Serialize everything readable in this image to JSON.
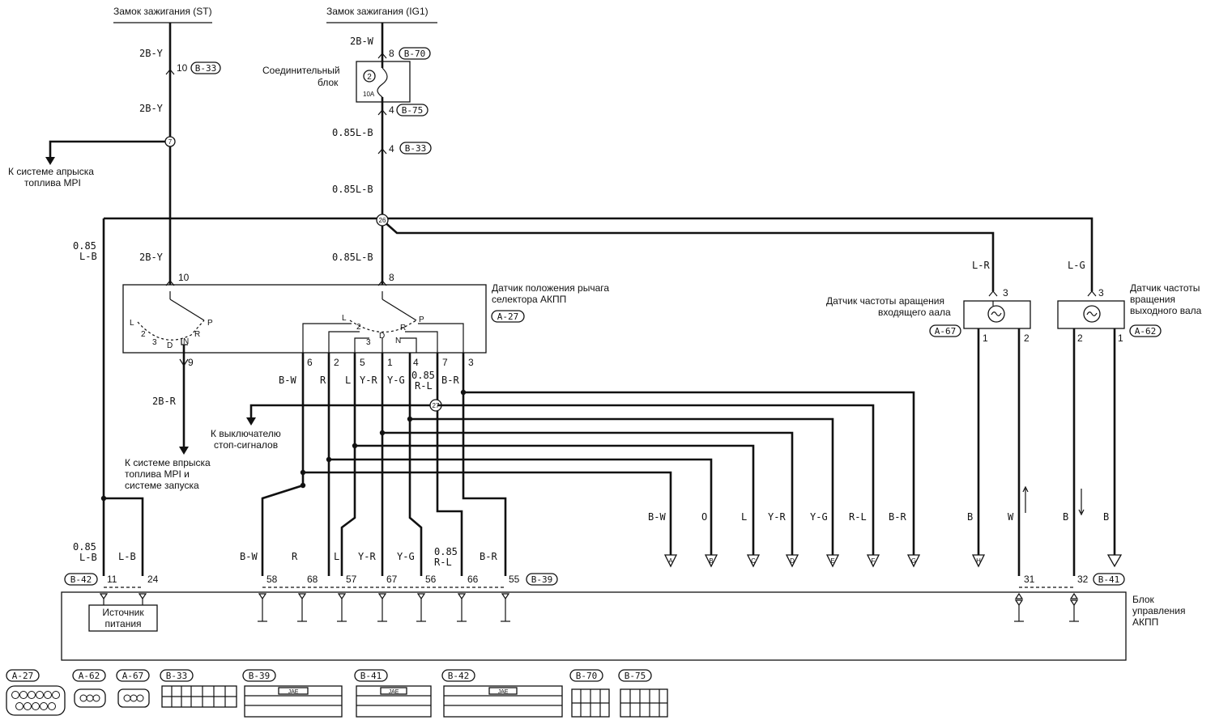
{
  "top_labels": {
    "ignition_st": "Замок зажигания (ST)",
    "ignition_ig1": "Замок зажигания (IG1)"
  },
  "joint_block": {
    "label_line1": "Соединительный",
    "label_line2": "блок",
    "fuse_number": "2",
    "fuse_rating": "10A"
  },
  "destinations": {
    "mpi_line1": "К системе апрыска",
    "mpi_line2": "топлива MPI",
    "stop_line1": "К выключателю",
    "stop_line2": "стоп-сигналов",
    "mpi_start_line1": "К системе впрыска",
    "mpi_start_line2": "топлива MPI и",
    "mpi_start_line3": "системе запуска"
  },
  "components": {
    "selector_line1": "Датчик положения рычага",
    "selector_line2": "селектора АКПП",
    "input_sensor_line1": "Датчик частоты аращения",
    "input_sensor_line2": "входящего аала",
    "output_sensor_line1": "Датчик частоты",
    "output_sensor_line2": "вращения",
    "output_sensor_line3": "выходного вала",
    "power_source_line1": "Источник",
    "power_source_line2": "питания",
    "ecu_line1": "Блок",
    "ecu_line2": "управления",
    "ecu_line3": "АКПП"
  },
  "connectors": {
    "b33": "B-33",
    "b70": "B-70",
    "b75": "B-75",
    "a27": "A-27",
    "a67": "A-67",
    "a62": "A-62",
    "b42": "B-42",
    "b39": "B-39",
    "b41": "B-41"
  },
  "legend": [
    "A-27",
    "A-62",
    "A-67",
    "B-33",
    "B-39",
    "B-41",
    "B-42",
    "B-70",
    "B-75"
  ],
  "legend_jae": "JAE",
  "wire_colors": {
    "st_top": "2B-Y",
    "st_mid": "2B-Y",
    "st_low": "2B-Y",
    "ig_top": "2B-W",
    "ig_mid": "0.85L-B",
    "ig_mid2": "0.85L-B",
    "ig_low": "0.85L-B",
    "left_feed_a": "0.85",
    "left_feed_b": "L-B",
    "sel_out": "2B-R",
    "lr": "L-R",
    "lg": "L-G",
    "bw": "B-W",
    "r": "R",
    "l": "L",
    "yr": "Y-R",
    "yg": "Y-G",
    "rl_a": "0.85",
    "rl_b": "R-L",
    "br": "B-R",
    "b": "B",
    "w": "W",
    "o": "O"
  },
  "pins": {
    "p10a": "10",
    "p8a": "8",
    "p4a": "4",
    "p4b": "4",
    "p10b": "10",
    "p8b": "8",
    "p9": "9",
    "p6": "6",
    "p2": "2",
    "p5": "5",
    "p1": "1",
    "p4c": "4",
    "p7": "7",
    "p3": "3",
    "s3a": "3",
    "s1a": "1",
    "s2a": "2",
    "s3b": "3",
    "s2b": "2",
    "s1b": "1",
    "e11": "11",
    "e24": "24",
    "e58": "58",
    "e68": "68",
    "e57": "57",
    "e67": "67",
    "e56": "56",
    "e66": "66",
    "e55": "55",
    "e31": "31",
    "e32": "32"
  },
  "splices": {
    "s7": "7",
    "s26": "26",
    "s27": "27"
  },
  "offpage": [
    "A",
    "B",
    "C",
    "D",
    "E",
    "F",
    "G",
    "H"
  ],
  "switch_positions": {
    "left": [
      "L",
      "2",
      "3",
      "D",
      "N",
      "R",
      "P"
    ],
    "right": [
      "L",
      "2",
      "3",
      "D",
      "N",
      "R",
      "P"
    ]
  }
}
